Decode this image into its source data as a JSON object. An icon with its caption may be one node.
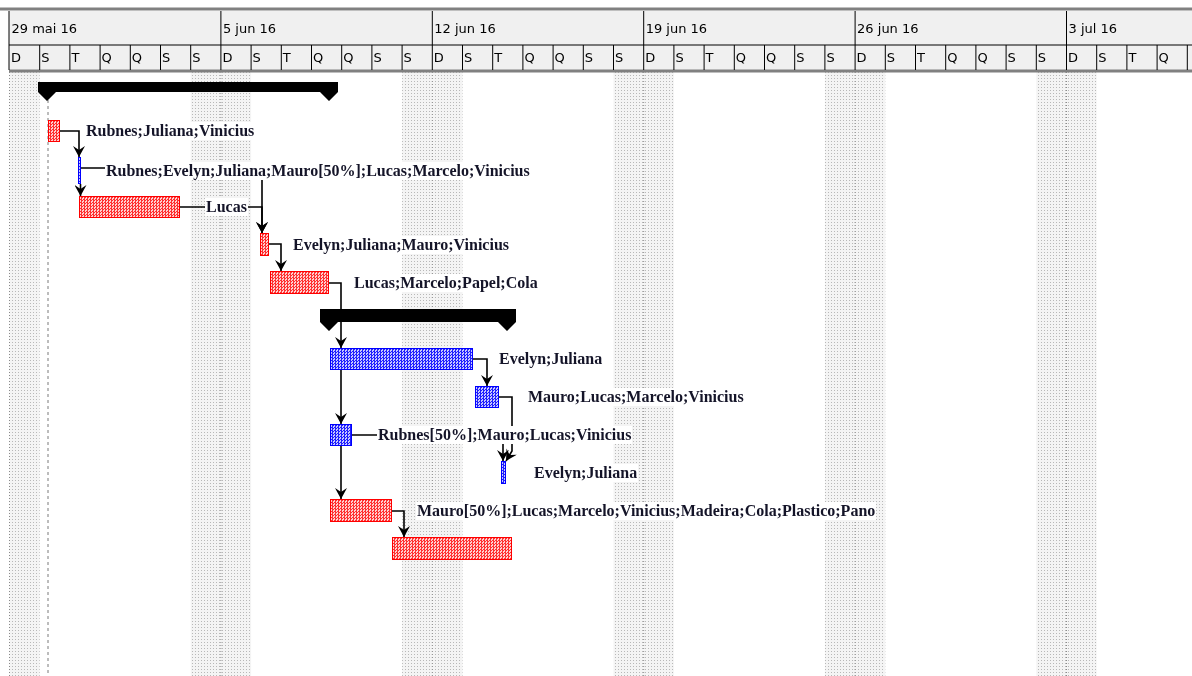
{
  "diagram": {
    "nodes": [
      {
        "text": [],
        "shape": "bar"
      },
      {
        "text": [],
        "shape": "bar",
        "beside": [
          "Rubnes;Juliana;Vinicius"
        ]
      },
      {
        "text": [],
        "shape": "bar",
        "beside": [
          "Rubnes;Evelyn;Juliana;Mauro[50%];Lucas;Marcelo;Vinicius"
        ]
      },
      {
        "text": [],
        "shape": "bar",
        "beside": [
          "Lucas"
        ]
      },
      {
        "text": [],
        "shape": "bar",
        "beside": [
          "Evelyn;Juliana;Mauro;Vinicius"
        ]
      },
      {
        "text": [],
        "shape": "bar",
        "beside": [
          "Lucas;Marcelo;Papel;Cola"
        ]
      },
      {
        "text": [],
        "shape": "bar"
      },
      {
        "text": [],
        "shape": "bar",
        "beside": [
          "Evelyn;Juliana"
        ]
      },
      {
        "text": [],
        "shape": "bar",
        "beside": [
          "Mauro;Lucas;Marcelo;Vinicius"
        ]
      },
      {
        "text": [],
        "shape": "bar",
        "beside": [
          "Rubnes[50%];Mauro;Lucas;Vinicius"
        ]
      },
      {
        "text": [],
        "shape": "bar",
        "beside": [
          "Evelyn;Juliana"
        ]
      },
      {
        "text": [],
        "shape": "bar",
        "beside": [
          "Mauro[50%];Lucas;Marcelo;Vinicius;Madeira;Cola;Plastico;Pano"
        ]
      },
      {
        "text": [],
        "shape": "bar"
      }
    ],
    "edges": [
      {
        "from": 1,
        "to": 2,
        "arrow": "to"
      },
      {
        "from": 2,
        "to": 3,
        "arrow": "to"
      },
      {
        "from": 2,
        "to": 4,
        "arrow": "to"
      },
      {
        "from": 3,
        "to": 4,
        "arrow": "to"
      },
      {
        "from": 4,
        "to": 5,
        "arrow": "to"
      },
      {
        "from": 5,
        "to": 7,
        "arrow": "to"
      },
      {
        "from": 7,
        "to": 8,
        "arrow": "to"
      },
      {
        "from": 7,
        "to": 9,
        "arrow": "to"
      },
      {
        "from": 8,
        "to": 10,
        "arrow": "to"
      },
      {
        "from": 9,
        "to": 10,
        "arrow": "to"
      },
      {
        "from": 9,
        "to": 11,
        "arrow": "to"
      },
      {
        "from": 11,
        "to": 12,
        "arrow": "to"
      }
    ],
    "labels": [
      "29 mai 16",
      "5 jun 16",
      "12 jun 16",
      "19 jun 16",
      "26 jun 16",
      "3 jul 16",
      "D",
      "S",
      "T",
      "Q",
      "Q",
      "S",
      "S",
      "D",
      "S",
      "T",
      "Q",
      "Q",
      "S",
      "S",
      "D",
      "S",
      "T",
      "Q",
      "Q",
      "S",
      "S",
      "D",
      "S",
      "T",
      "Q",
      "Q",
      "S",
      "S",
      "D",
      "S",
      "T",
      "Q",
      "Q",
      "S",
      "S",
      "D",
      "S",
      "T",
      "Q"
    ]
  }
}
